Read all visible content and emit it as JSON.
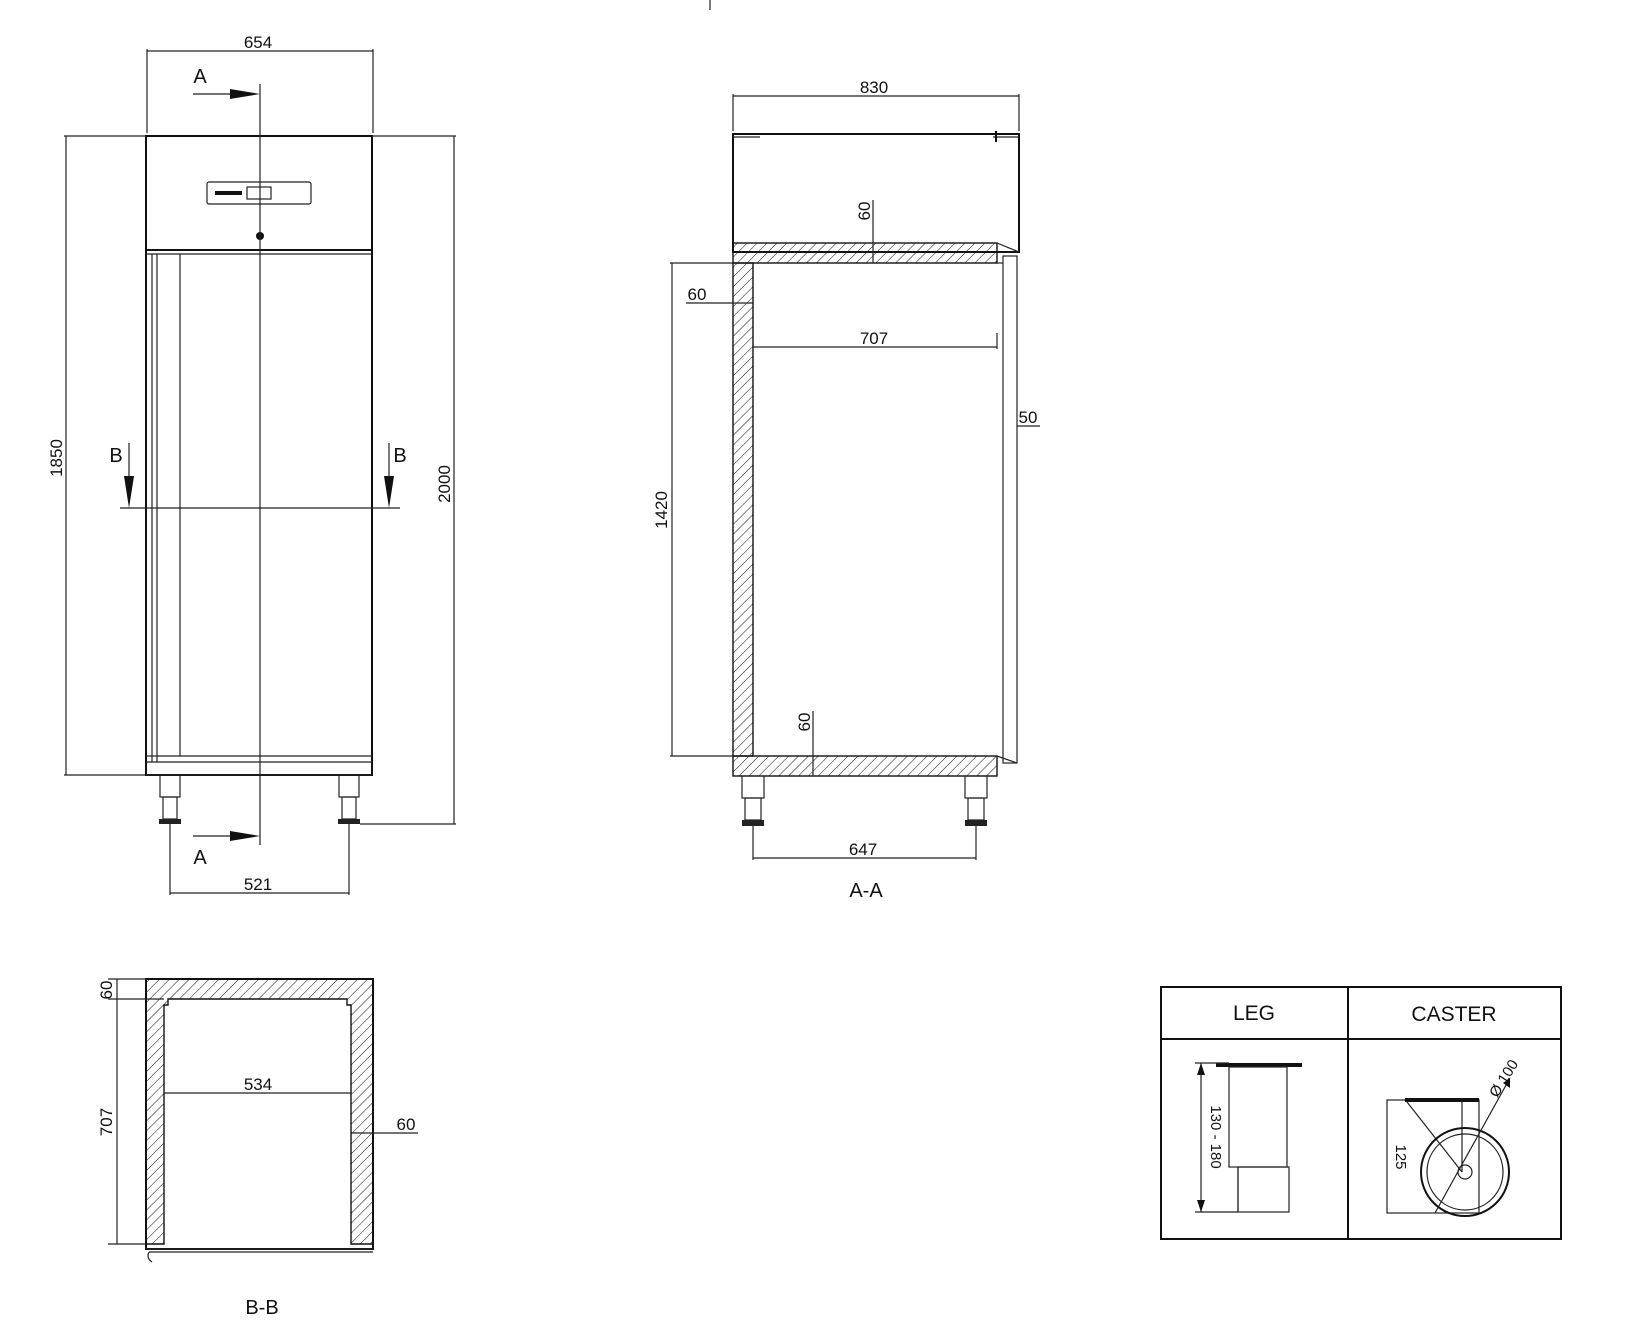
{
  "front_view": {
    "dim_width": "654",
    "dim_height_body": "1850",
    "dim_height_total": "2000",
    "dim_leg_spacing": "521",
    "section_a_top": "A",
    "section_a_bottom": "A",
    "section_b_left": "B",
    "section_b_right": "B"
  },
  "section_aa": {
    "title": "A-A",
    "dim_depth": "830",
    "dim_top_wall": "60",
    "dim_back_wall": "60",
    "dim_inner_depth": "707",
    "dim_door": "50",
    "dim_inner_height": "1420",
    "dim_bottom_wall": "60",
    "dim_leg_spacing": "647"
  },
  "section_bb": {
    "title": "B-B",
    "dim_back_wall": "60",
    "dim_inner_depth": "707",
    "dim_inner_width": "534",
    "dim_side_wall": "60"
  },
  "options_table": {
    "leg_header": "LEG",
    "caster_header": "CASTER",
    "leg_height": "130 - 180",
    "caster_height": "125",
    "caster_diameter": "Ø 100"
  }
}
